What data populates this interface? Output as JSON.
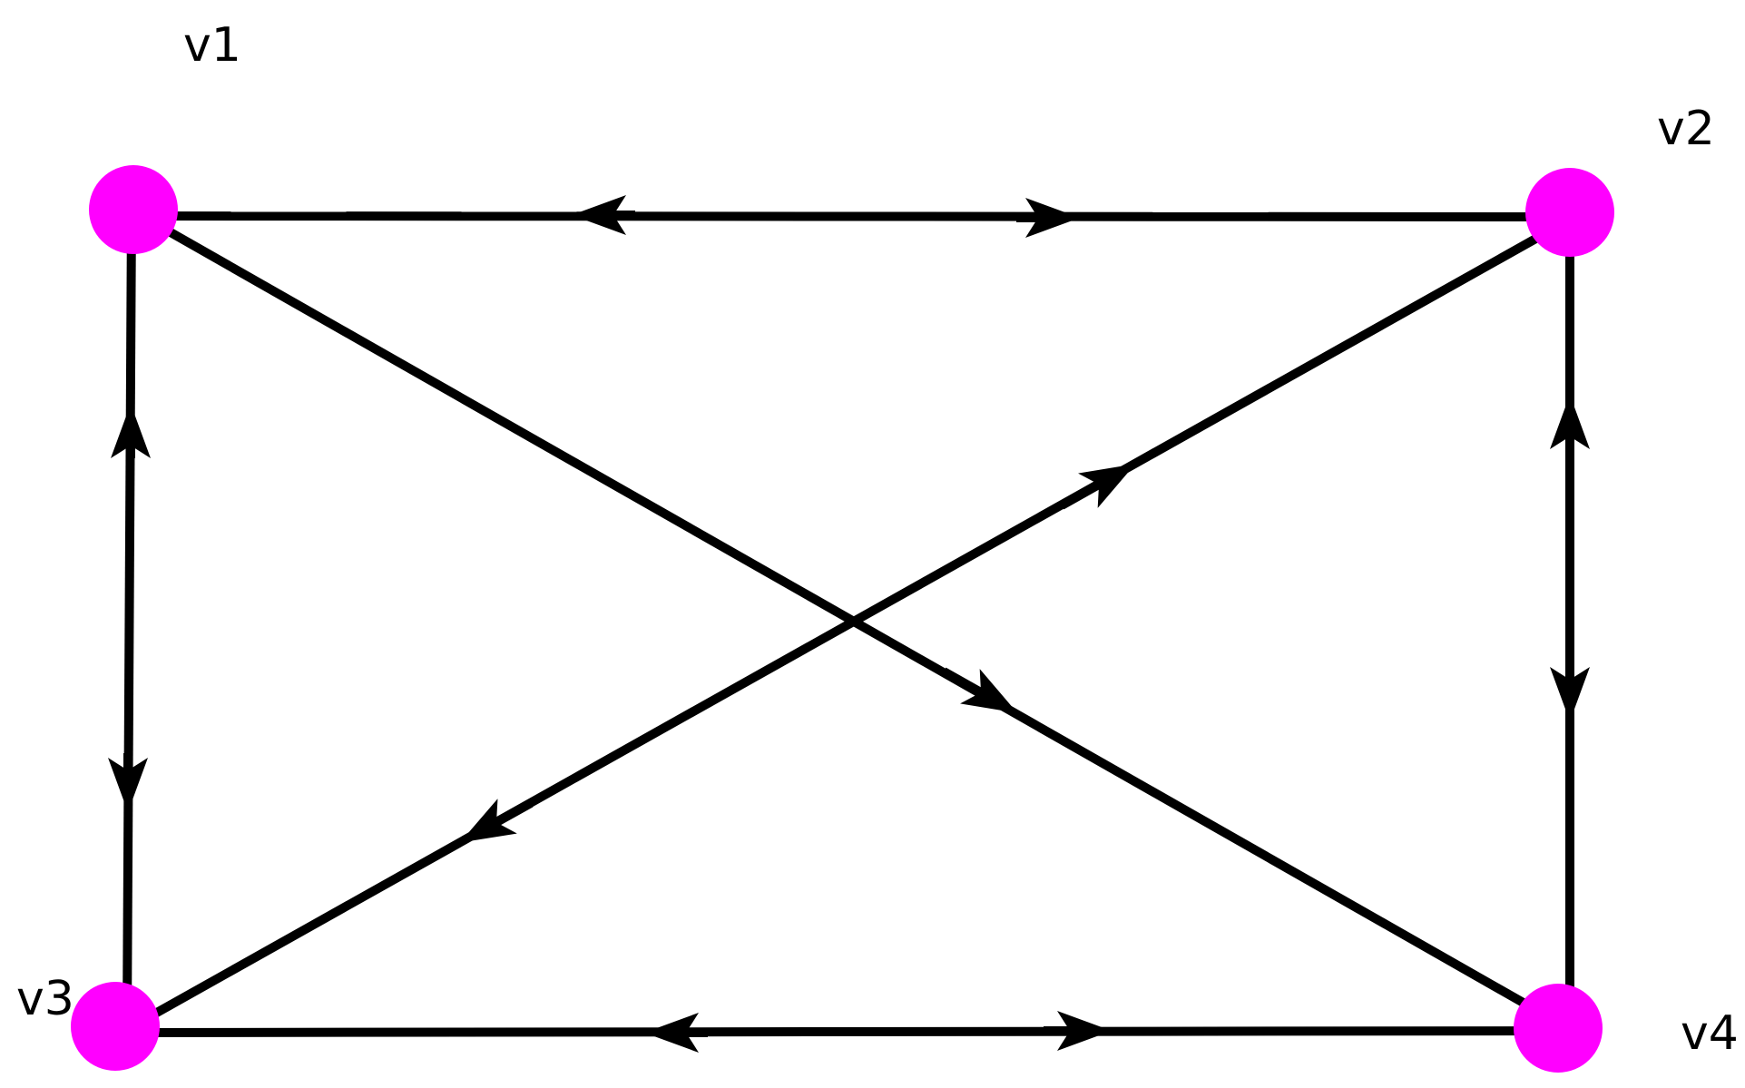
{
  "diagram": {
    "vertices": [
      {
        "id": "v1",
        "label": "v1"
      },
      {
        "id": "v2",
        "label": "v2"
      },
      {
        "id": "v3",
        "label": "v3"
      },
      {
        "id": "v4",
        "label": "v4"
      }
    ],
    "edges": [
      {
        "from": "v1",
        "to": "v2",
        "directed": "both"
      },
      {
        "from": "v1",
        "to": "v3",
        "directed": "both"
      },
      {
        "from": "v2",
        "to": "v4",
        "directed": "both"
      },
      {
        "from": "v3",
        "to": "v4",
        "directed": "both"
      },
      {
        "from": "v1",
        "to": "v4",
        "directed": "forward"
      },
      {
        "from": "v2",
        "to": "v3",
        "directed": "both"
      }
    ],
    "colors": {
      "vertex": "#ff00ff",
      "edge": "#000000",
      "background": "#ffffff"
    }
  }
}
